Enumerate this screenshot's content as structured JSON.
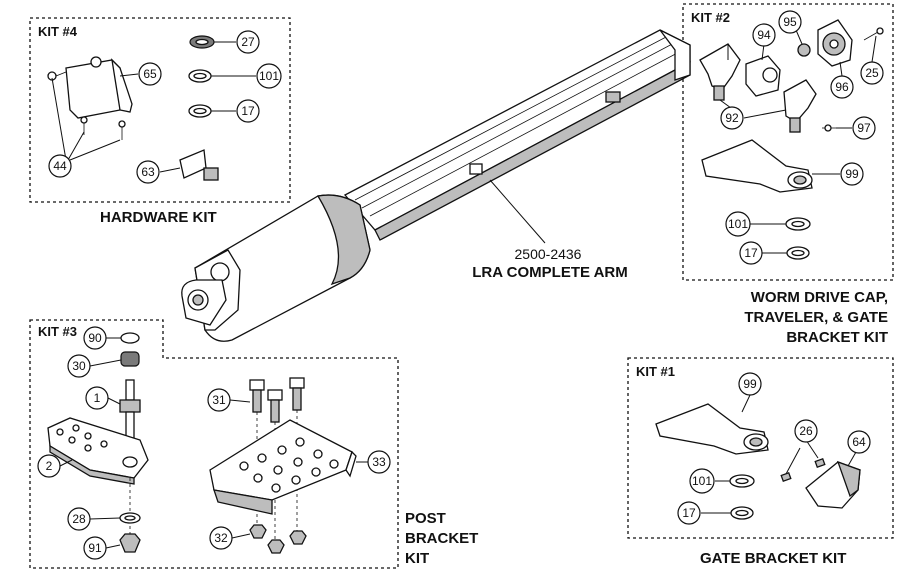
{
  "kits": {
    "kit4": {
      "label": "KIT #4",
      "caption": "HARDWARE KIT"
    },
    "kit2": {
      "label": "KIT #2",
      "caption": [
        "WORM DRIVE CAP,",
        "TRAVELER, & GATE",
        "BRACKET KIT"
      ]
    },
    "kit3": {
      "label": "KIT #3",
      "caption": [
        "POST",
        "BRACKET",
        "KIT"
      ]
    },
    "kit1": {
      "label": "KIT #1",
      "caption": "GATE BRACKET KIT"
    }
  },
  "arm": {
    "part_number": "2500-2436",
    "name": "LRA COMPLETE ARM"
  },
  "callouts": {
    "c27": "27",
    "c101a": "101",
    "c17a": "17",
    "c65": "65",
    "c44": "44",
    "c63": "63",
    "c95": "95",
    "c94": "94",
    "c96": "96",
    "c25": "25",
    "c92": "92",
    "c97": "97",
    "c99a": "99",
    "c101b": "101",
    "c17b": "17",
    "c90": "90",
    "c30": "30",
    "c1": "1",
    "c2": "2",
    "c28": "28",
    "c91": "91",
    "c31": "31",
    "c33": "33",
    "c32": "32",
    "c99b": "99",
    "c26": "26",
    "c64": "64",
    "c101c": "101",
    "c17c": "17"
  }
}
